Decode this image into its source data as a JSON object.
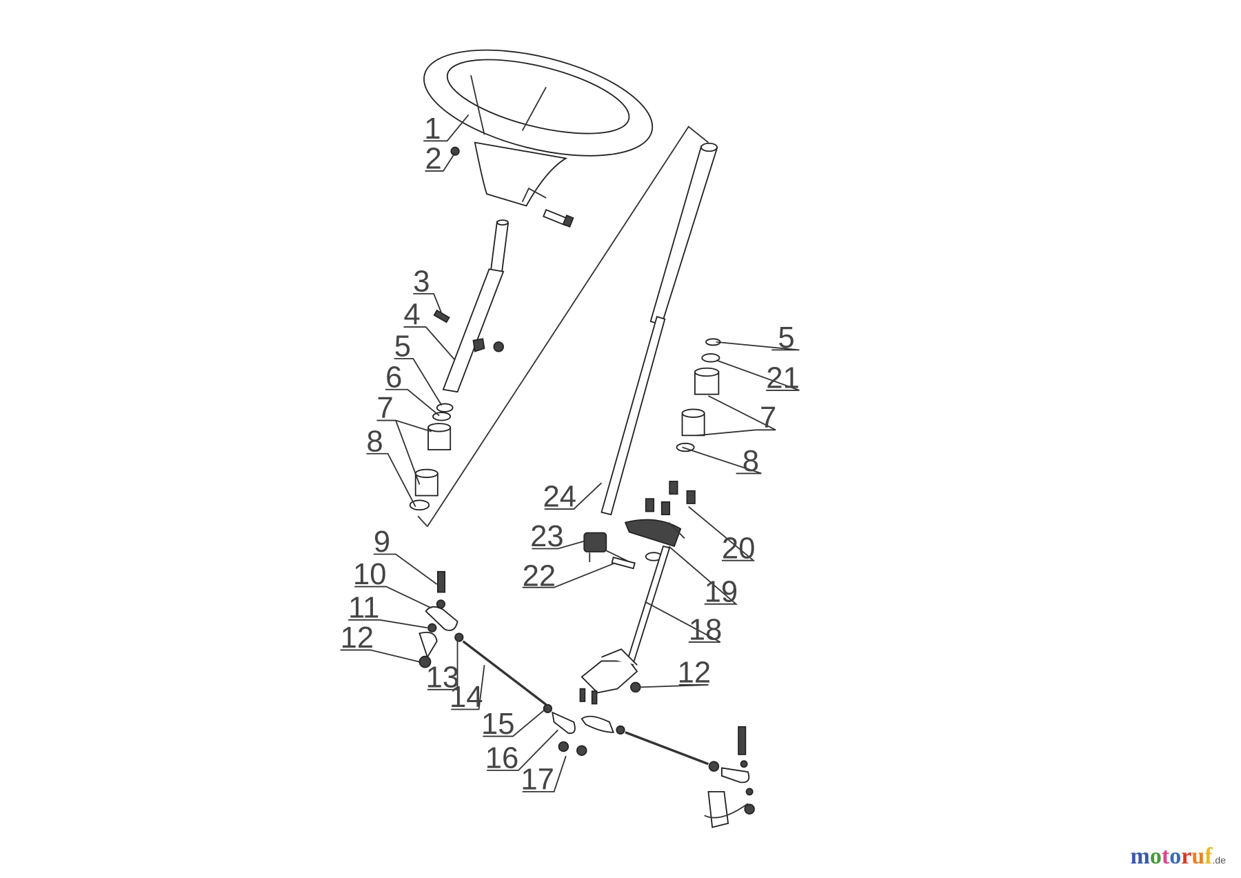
{
  "callouts": [
    "1",
    "2",
    "3",
    "4",
    "5",
    "6",
    "7",
    "8",
    "9",
    "10",
    "11",
    "12",
    "13",
    "14",
    "15",
    "16",
    "17",
    "18",
    "19",
    "20",
    "21",
    "22",
    "23",
    "24",
    "5",
    "7",
    "8",
    "12"
  ],
  "logo": {
    "letters": [
      "m",
      "o",
      "t",
      "o",
      "r",
      "u",
      "f"
    ],
    "suffix": ".de",
    "colors": [
      "#3a5aa8",
      "#4a9a3a",
      "#d84a8a",
      "#3a6ab8",
      "#d83a2a",
      "#e8802a",
      "#e8b82a"
    ]
  }
}
